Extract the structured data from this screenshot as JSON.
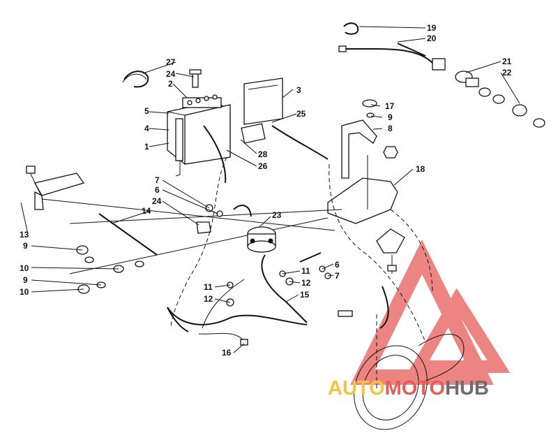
{
  "callouts": [
    "1",
    "2",
    "3",
    "4",
    "5",
    "6",
    "7",
    "8",
    "9",
    "10",
    "11",
    "12",
    "13",
    "14",
    "15",
    "16",
    "17",
    "18",
    "19",
    "20",
    "21",
    "22",
    "23",
    "24",
    "25",
    "26",
    "27",
    "28"
  ],
  "watermark": {
    "part_a": "AUTO",
    "part_b": "MOTO",
    "part_c": "HUB",
    "colors": {
      "a": "#f4c542",
      "b": "#e65b57",
      "c": "#6d6d6d"
    }
  }
}
